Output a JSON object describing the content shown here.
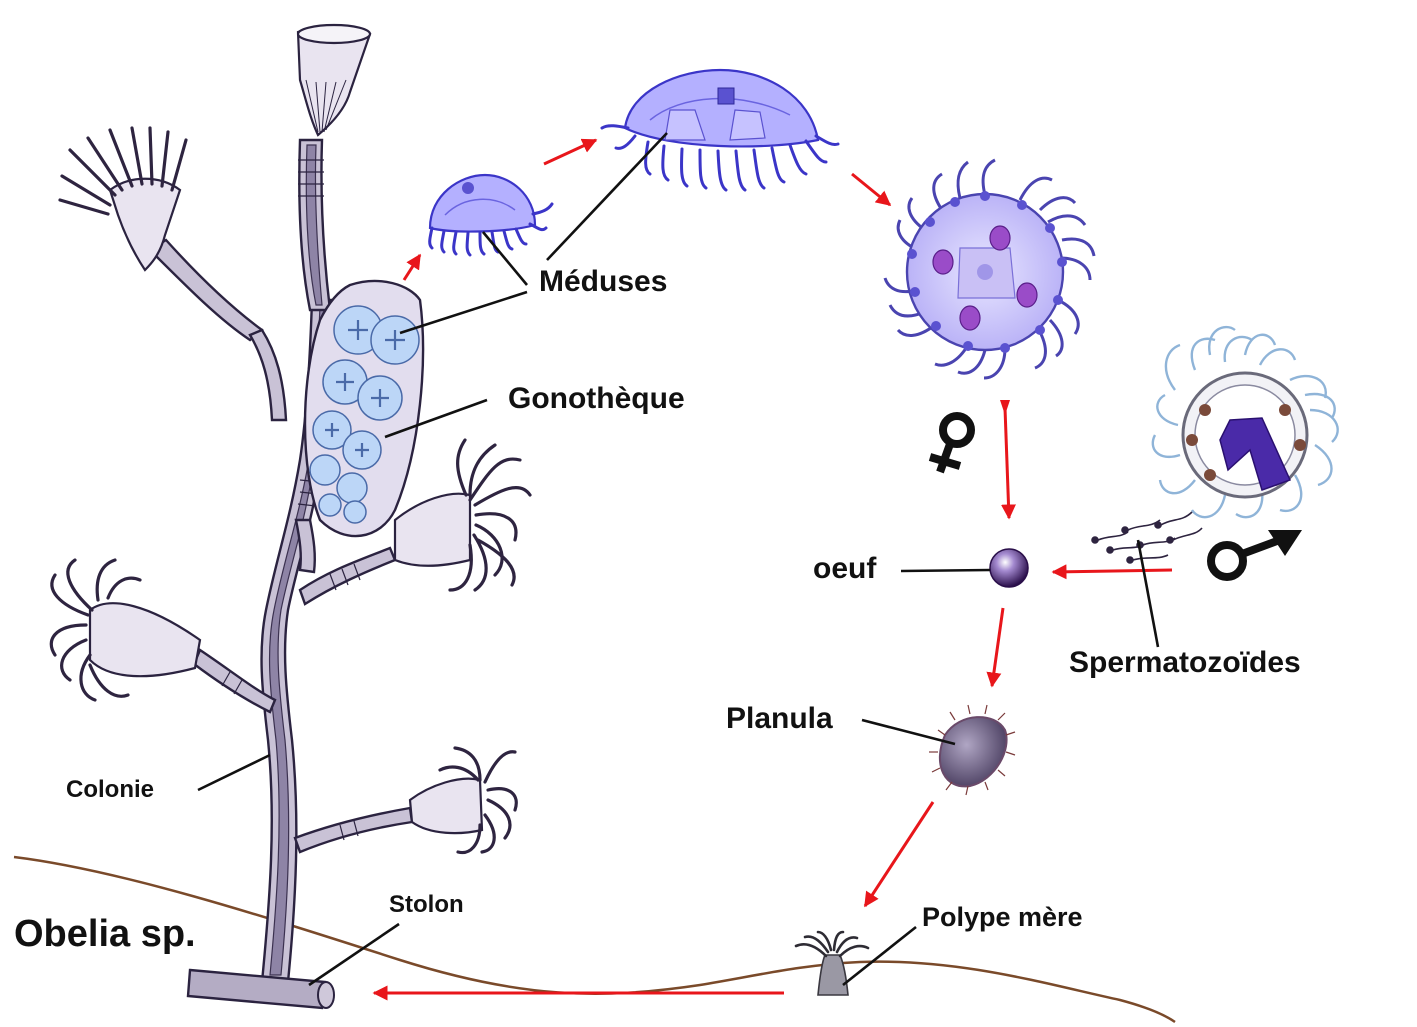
{
  "title": "Obelia sp.",
  "labels": {
    "meduses": "Méduses",
    "gonotheque": "Gonothèque",
    "oeuf": "oeuf",
    "spermatozoides": "Spermatozoïdes",
    "planula": "Planula",
    "polype_mere": "Polype mère",
    "colonie": "Colonie",
    "stolon": "Stolon"
  },
  "symbols": {
    "female": "♀",
    "male": "♂"
  },
  "colors": {
    "arrow": "#e8161b",
    "medusa": "#b4b0ff",
    "ground": "#7a4a2a"
  }
}
